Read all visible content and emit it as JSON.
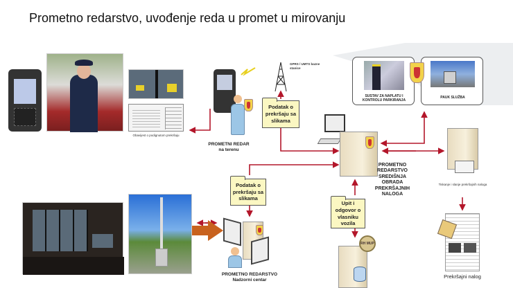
{
  "title": "Prometno redarstvo, uvođenje reda u promet u mirovanju",
  "labels": {
    "notice_caption": "Obavijest o podignutom prekršaju",
    "field_officer": "PROMETNI REDAR",
    "field_officer_sub": "na terenu",
    "tower": "GPRS / UMTS bazne stanice",
    "folder_top": "Podatak o prekršaju sa slikama",
    "folder_mid": "Podatak o prekršaju sa slikama",
    "folder_query": "Upit i odgovor o vlasniku vozila",
    "parking_system": "SUSTAV ZA NAPLATU I KONTROLU PARKIRANJA",
    "tow_service": "PAUK SLUŽBA",
    "central": "PROMETNO REDARSTVO SREDIŠNJA OBRADA PREKRŠAJNIH NALOGA",
    "printing": "Tiskanje i slanje prekršajnih naloga",
    "ticket": "Prekršajni nalog",
    "control_center": "PROMETNO REDARSTVO",
    "control_center_sub": "Nadzorni centar",
    "mup_badge": "RH MUP"
  },
  "colors": {
    "arrow": "#b3162a",
    "orange_arrow": "#c8621e",
    "folder": "#fbf7c2"
  }
}
